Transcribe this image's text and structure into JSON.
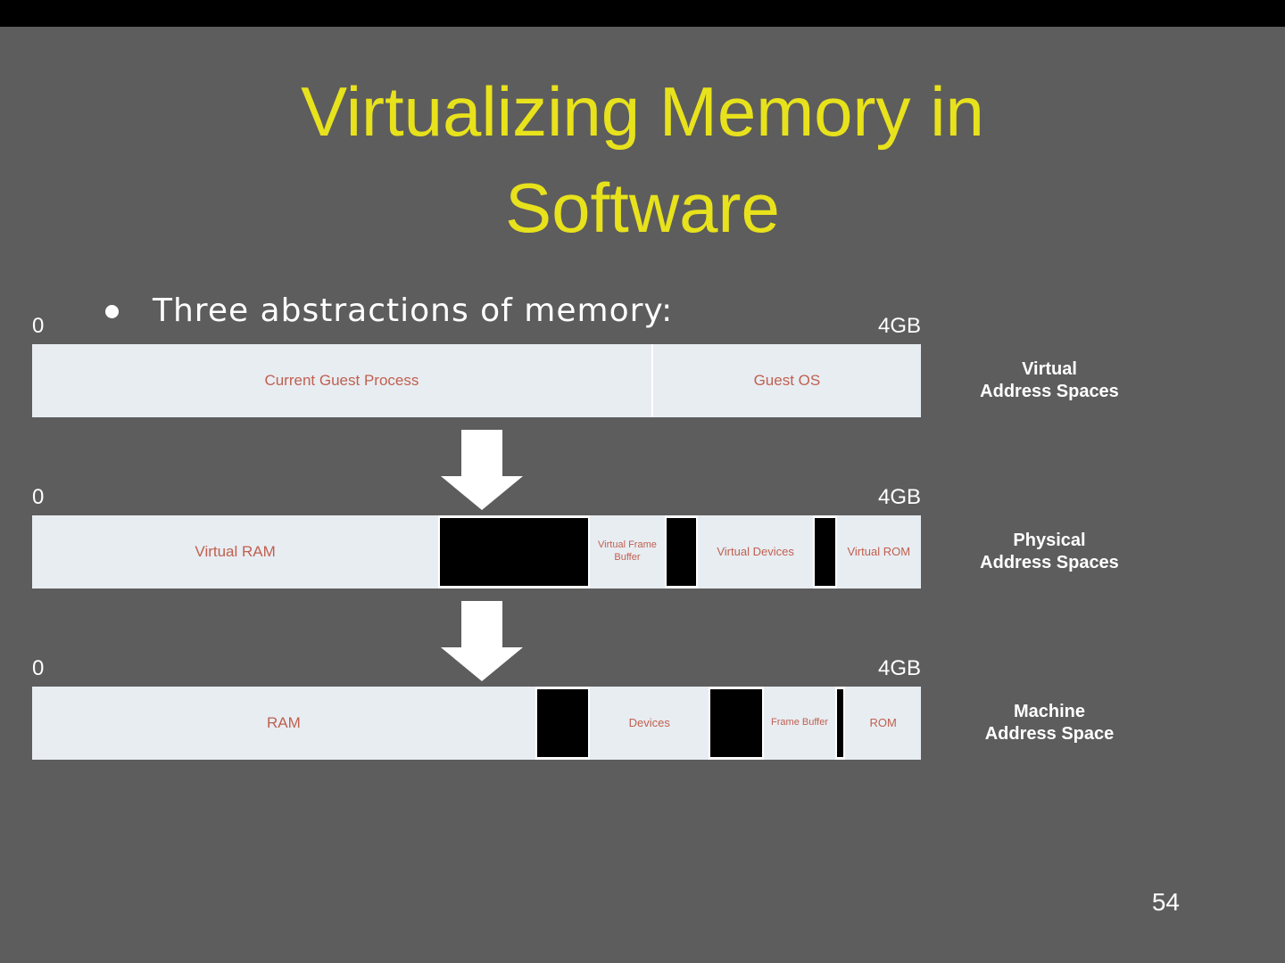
{
  "colors": {
    "background": "#5d5d5d",
    "title_yellow": "#e8e21c",
    "bar_fill": "#e8edf2",
    "bar_text": "#c0604f",
    "black_block": "#000000"
  },
  "slide": {
    "title": "Virtualizing Memory in Software",
    "bullet": "Three abstractions of memory:",
    "page_number": "54"
  },
  "rows": [
    {
      "scale_left": "0",
      "scale_right": "4GB",
      "side_label_line1": "Virtual",
      "side_label_line2": "Address Spaces",
      "segments": [
        {
          "label": "Current Guest Process",
          "type": "light",
          "size": "lg",
          "width": 69.8
        },
        {
          "label": "Guest OS",
          "type": "light",
          "size": "lg",
          "width": 30.2
        }
      ]
    },
    {
      "scale_left": "0",
      "scale_right": "4GB",
      "side_label_line1": "Physical",
      "side_label_line2": "Address Spaces",
      "segments": [
        {
          "label": "Virtual RAM",
          "type": "light",
          "size": "lg",
          "width": 45.8
        },
        {
          "label": "",
          "type": "black",
          "width": 16.7
        },
        {
          "label": "Virtual Frame Buffer",
          "type": "light",
          "size": "xs",
          "width": 8.4
        },
        {
          "label": "",
          "type": "black",
          "width": 3.4
        },
        {
          "label": "Virtual Devices",
          "type": "light",
          "size": "sm",
          "width": 12.9
        },
        {
          "label": "",
          "type": "black",
          "width": 2.3
        },
        {
          "label": "Virtual ROM",
          "type": "light",
          "size": "sm",
          "width": 9.5
        }
      ]
    },
    {
      "scale_left": "0",
      "scale_right": "4GB",
      "side_label_line1": "Machine",
      "side_label_line2": "Address Space",
      "segments": [
        {
          "label": "RAM",
          "type": "light",
          "size": "lg",
          "width": 56.6
        },
        {
          "label": "",
          "type": "black",
          "width": 5.8
        },
        {
          "label": "Devices",
          "type": "light",
          "size": "sm",
          "width": 13.3
        },
        {
          "label": "",
          "type": "black",
          "width": 5.8
        },
        {
          "label": "Frame Buffer",
          "type": "light",
          "size": "xs",
          "width": 8.1
        },
        {
          "label": "",
          "type": "black",
          "width": 0.7
        },
        {
          "label": "ROM",
          "type": "light",
          "size": "sm",
          "width": 8.5
        }
      ]
    }
  ]
}
